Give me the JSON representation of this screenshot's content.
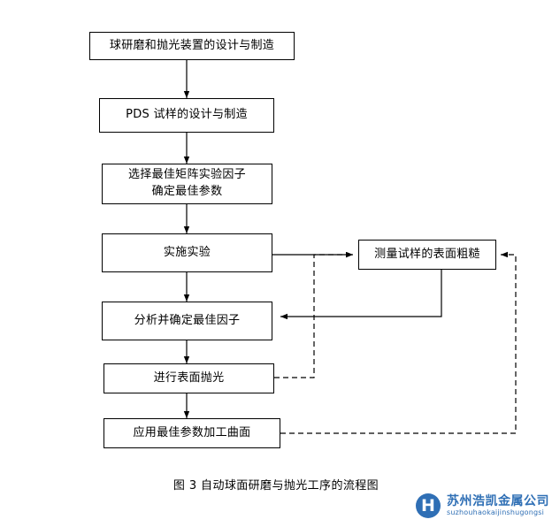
{
  "figure": {
    "caption": "图 3 自动球面研磨与抛光工序的流程图",
    "background_color": "#ffffff",
    "line_color": "#000000",
    "box_fill": "#ffffff"
  },
  "nodes": [
    {
      "id": "design-manufacture-device",
      "label": "球研磨和抛光装置的设计与制造"
    },
    {
      "id": "pds-specimen",
      "label": "PDS 试样的设计与制造"
    },
    {
      "id": "select-matrix-factors",
      "label": "选择最佳矩阵实验因子\n确定最佳参数"
    },
    {
      "id": "run-experiment",
      "label": "实施实验"
    },
    {
      "id": "analyze-best-factors",
      "label": "分析并确定最佳因子"
    },
    {
      "id": "surface-polishing",
      "label": "进行表面抛光"
    },
    {
      "id": "machine-curved-surface",
      "label": "应用最佳参数加工曲面"
    },
    {
      "id": "measure-roughness",
      "label": "测量试样的表面粗糙"
    }
  ],
  "edges": [
    {
      "from": "design-manufacture-device",
      "to": "pds-specimen",
      "style": "solid"
    },
    {
      "from": "pds-specimen",
      "to": "select-matrix-factors",
      "style": "solid"
    },
    {
      "from": "select-matrix-factors",
      "to": "run-experiment",
      "style": "solid"
    },
    {
      "from": "run-experiment",
      "to": "analyze-best-factors",
      "style": "solid"
    },
    {
      "from": "analyze-best-factors",
      "to": "surface-polishing",
      "style": "solid"
    },
    {
      "from": "surface-polishing",
      "to": "machine-curved-surface",
      "style": "solid"
    },
    {
      "from": "run-experiment",
      "to": "measure-roughness",
      "style": "solid"
    },
    {
      "from": "measure-roughness",
      "to": "analyze-best-factors",
      "style": "solid"
    },
    {
      "from": "surface-polishing",
      "to": "measure-roughness",
      "style": "dashed"
    },
    {
      "from": "machine-curved-surface",
      "to": "measure-roughness",
      "style": "dashed"
    }
  ],
  "watermark": {
    "mark_letter": "H",
    "company_cn": "苏州浩凯金属公司",
    "company_pinyin": "suzhouhaokaijinshugongsi",
    "color": "#2f6fb5"
  }
}
